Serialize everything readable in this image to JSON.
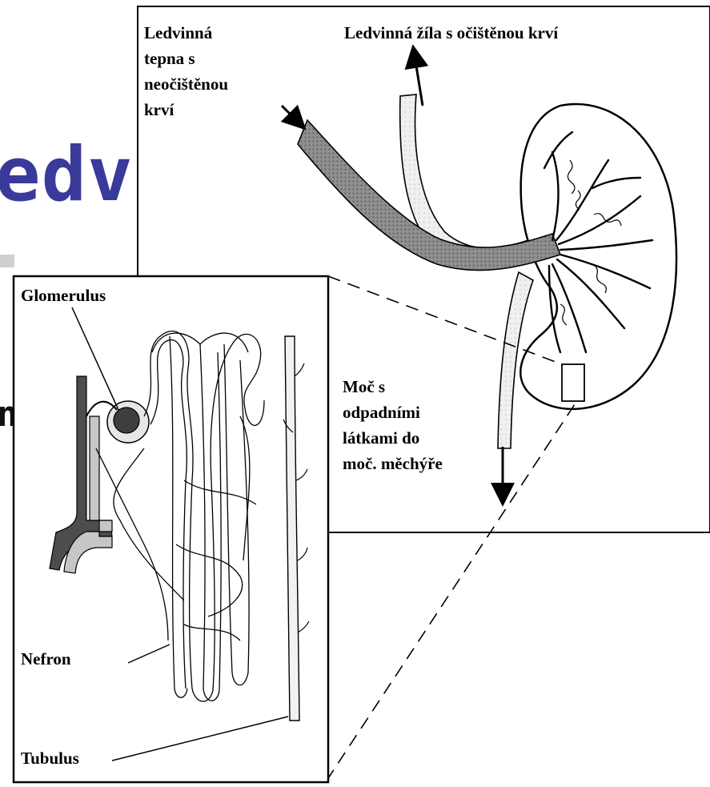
{
  "slide": {
    "title_fragment": "edvin",
    "bullet_fragment": "n"
  },
  "kidney_panel": {
    "label_artery": [
      "Ledvinná",
      "tepna s",
      "neočištěnou",
      "krví"
    ],
    "label_vein": "Ledvinná žíla s očištěnou krví",
    "label_urine": [
      "Moč s",
      "odpadními",
      "látkami do",
      "moč. měchýře"
    ]
  },
  "nephron_panel": {
    "label_glomerulus": "Glomerulus",
    "label_nephron": "Nefron",
    "label_tubulus": "Tubulus"
  }
}
